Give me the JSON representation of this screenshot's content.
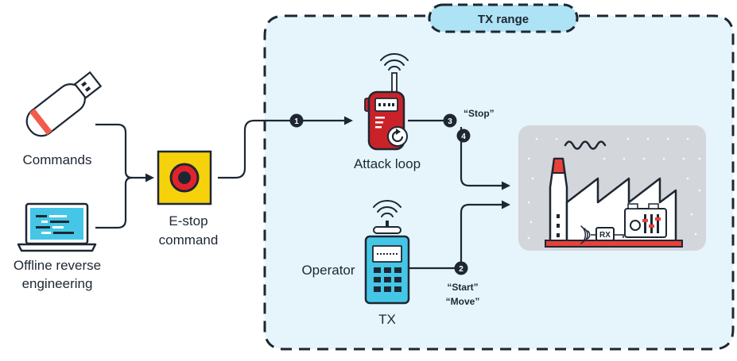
{
  "range_label": "TX range",
  "inputs": {
    "commands": "Commands",
    "reverse_line1": "Offline reverse",
    "reverse_line2": "engineering"
  },
  "estop": {
    "line1": "E-stop",
    "line2": "command"
  },
  "attack_loop": "Attack loop",
  "operator": "Operator",
  "tx": "TX",
  "messages": {
    "stop": "“Stop”",
    "start": "“Start”",
    "move": "“Move”"
  },
  "rx": "RX",
  "steps": [
    "1",
    "2",
    "3",
    "4"
  ],
  "colors": {
    "ink": "#1d2733",
    "accent_red": "#e8413a",
    "usb_red": "#f25b4c",
    "cyan": "#45c6e6",
    "range_fill": "#e6f5fb",
    "yellow": "#f6d20c",
    "factory_bg": "#d3d6da",
    "estop_red": "#e2232b",
    "radio_red": "#c92229"
  }
}
